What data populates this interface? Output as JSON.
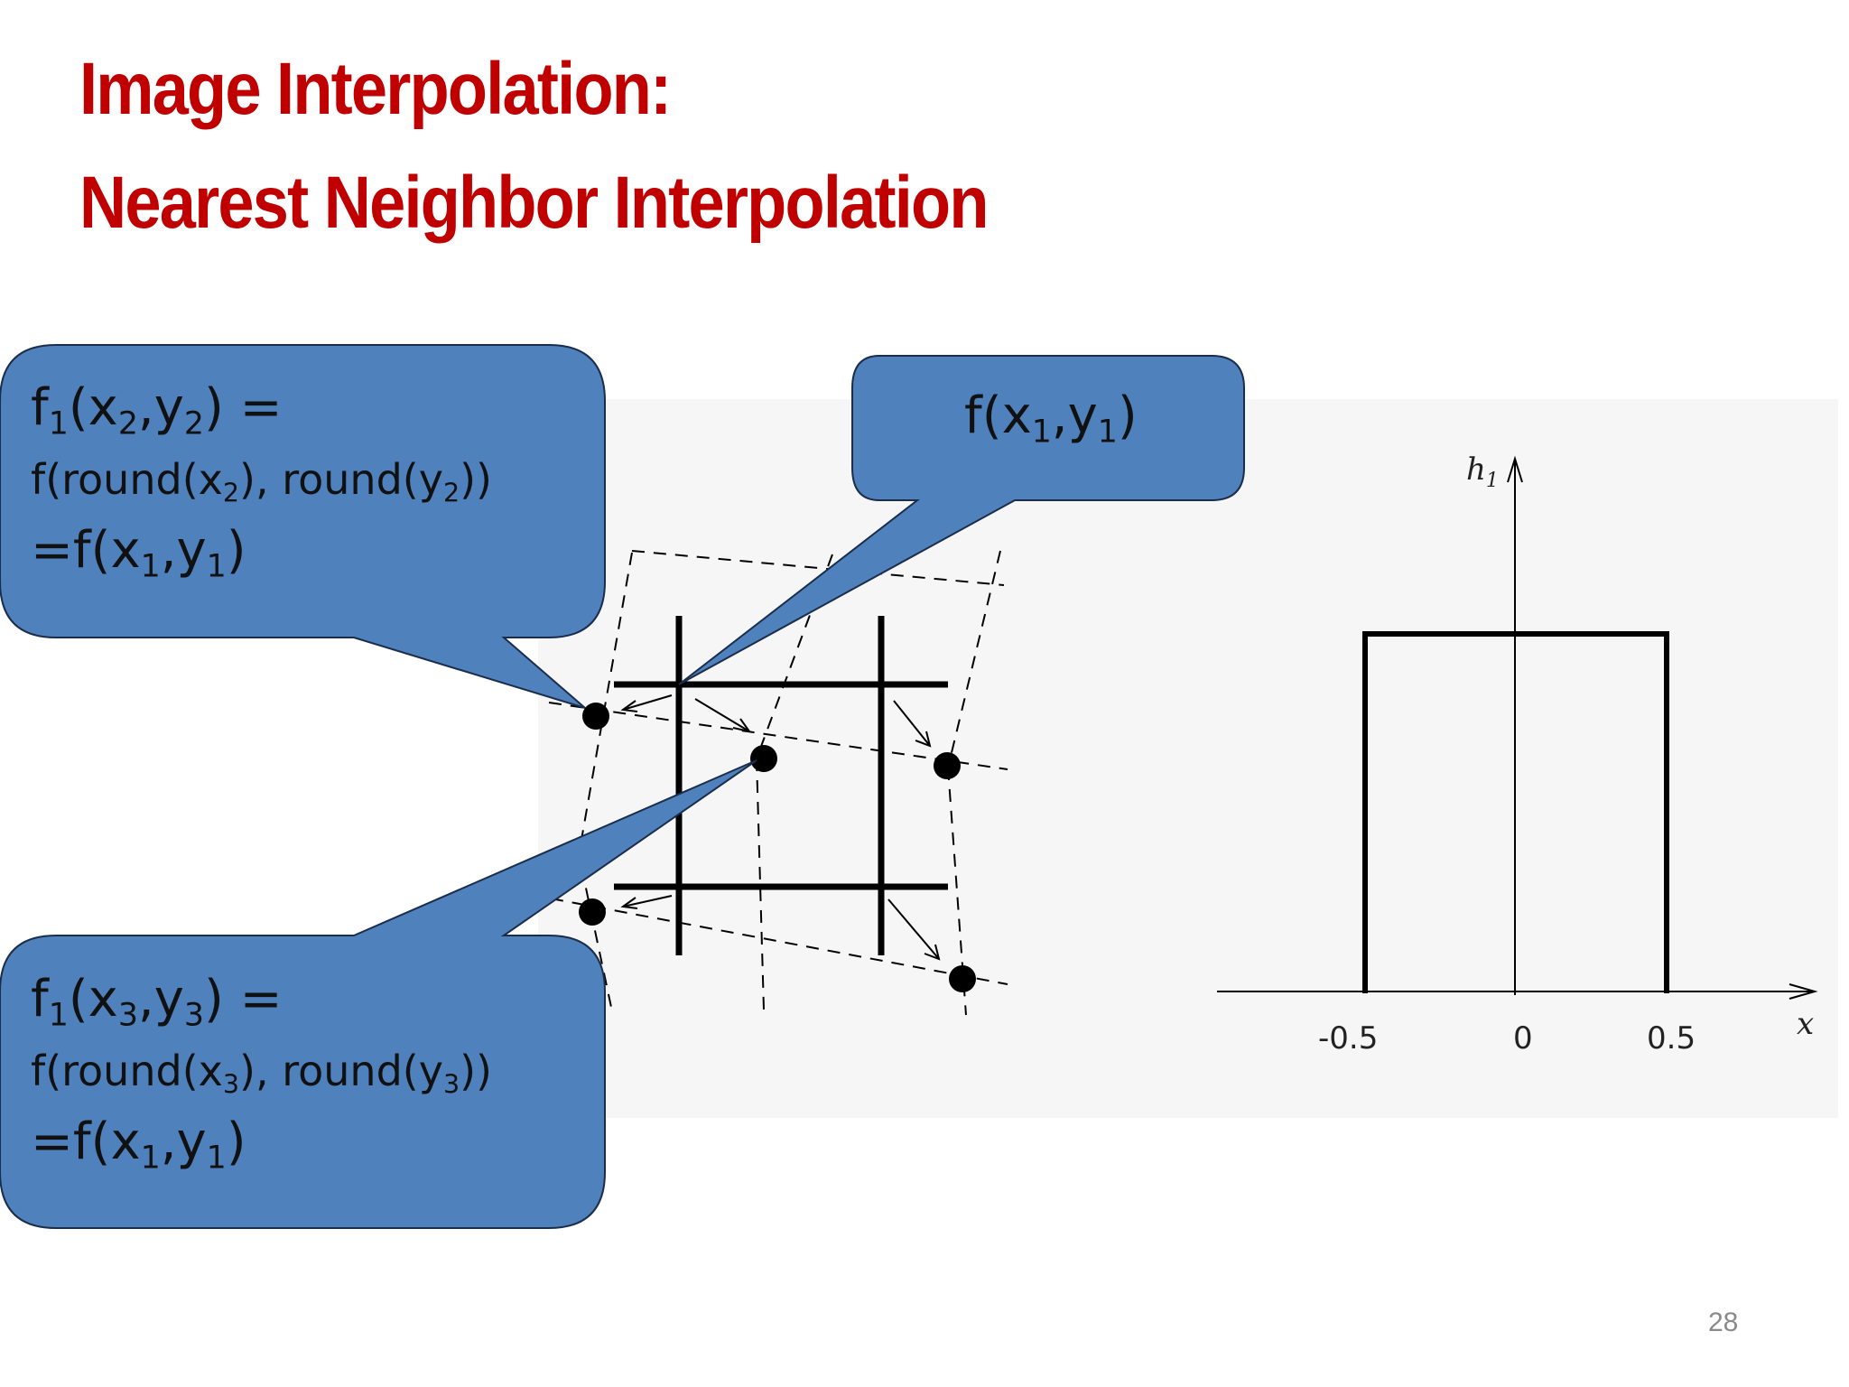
{
  "slide": {
    "title_line1": "Image Interpolation:",
    "title_line2": "Nearest Neighbor Interpolation",
    "page_number": "28"
  },
  "callouts": {
    "left_top": {
      "line1_f": "f",
      "line1_sub1": "1",
      "line1_x": "(x",
      "line1_sub2": "2",
      "line1_comma": ",y",
      "line1_sub3": "2",
      "line1_end": ") =",
      "line2_a": "f(round(x",
      "line2_sub1": "2",
      "line2_b": "), round(y",
      "line2_sub2": "2",
      "line2_c": "))",
      "line3_a": "=f(x",
      "line3_sub1": "1",
      "line3_b": ",y",
      "line3_sub2": "1",
      "line3_c": ")"
    },
    "right": {
      "a": "f(x",
      "sub1": "1",
      "b": ",y",
      "sub2": "1",
      "c": ")"
    },
    "left_bottom": {
      "line1_f": "f",
      "line1_sub1": "1",
      "line1_x": "(x",
      "line1_sub2": "3",
      "line1_comma": ",y",
      "line1_sub3": "3",
      "line1_end": ") =",
      "line2_a": "f(round(x",
      "line2_sub1": "3",
      "line2_b": "), round(y",
      "line2_sub2": "3",
      "line2_c": "))",
      "line3_a": "=f(x",
      "line3_sub1": "1",
      "line3_b": ",y",
      "line3_sub2": "1",
      "line3_c": ")"
    }
  },
  "kernel_plot": {
    "y_label": "h",
    "y_label_sub": "1",
    "x_label": "x",
    "ticks": [
      "-0.5",
      "0",
      "0.5"
    ]
  },
  "colors": {
    "title": "#c00000",
    "callout_fill": "#4f81bd",
    "callout_stroke": "#1a2d4a",
    "grid": "#000000"
  }
}
